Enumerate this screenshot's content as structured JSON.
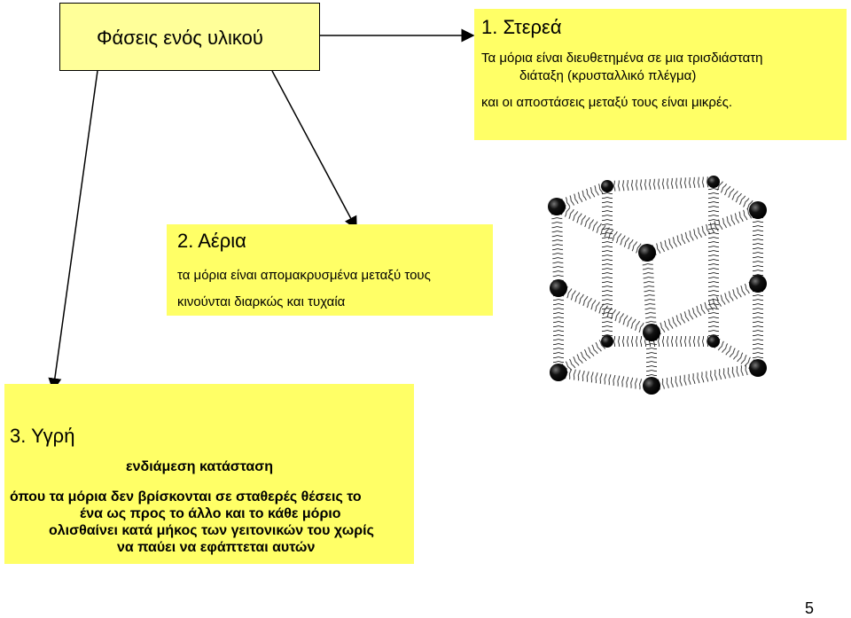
{
  "title": "Φάσεις ενός υλικού",
  "solids": {
    "heading": "1.  Στερεά",
    "line1": "Τα μόρια είναι διευθετημένα σε μια τρισδιάστατη",
    "line2": "διάταξη (κρυσταλλικό πλέγμα)",
    "line3": "και οι αποστάσεις μεταξύ τους είναι μικρές."
  },
  "gases": {
    "heading": "2.  Αέρια",
    "line1": "τα μόρια είναι απομακρυσμένα μεταξύ τους",
    "line2": "κινούνται διαρκώς και τυχαία"
  },
  "liquids": {
    "heading": "3.  Υγρή",
    "subheading": "ενδιάμεση κατάσταση",
    "line1": "όπου τα μόρια δεν βρίσκονται σε σταθερές θέσεις το",
    "line2": "ένα ως προς το άλλο και το κάθε μόριο",
    "line3": "ολισθαίνει κατά μήκος των γειτονικών του χωρίς",
    "line4": "να παύει να εφάπτεται αυτών"
  },
  "page_number": "5",
  "colors": {
    "box_fill": "#ffff66",
    "title_fill": "#ffff99",
    "arrow": "#000000"
  }
}
